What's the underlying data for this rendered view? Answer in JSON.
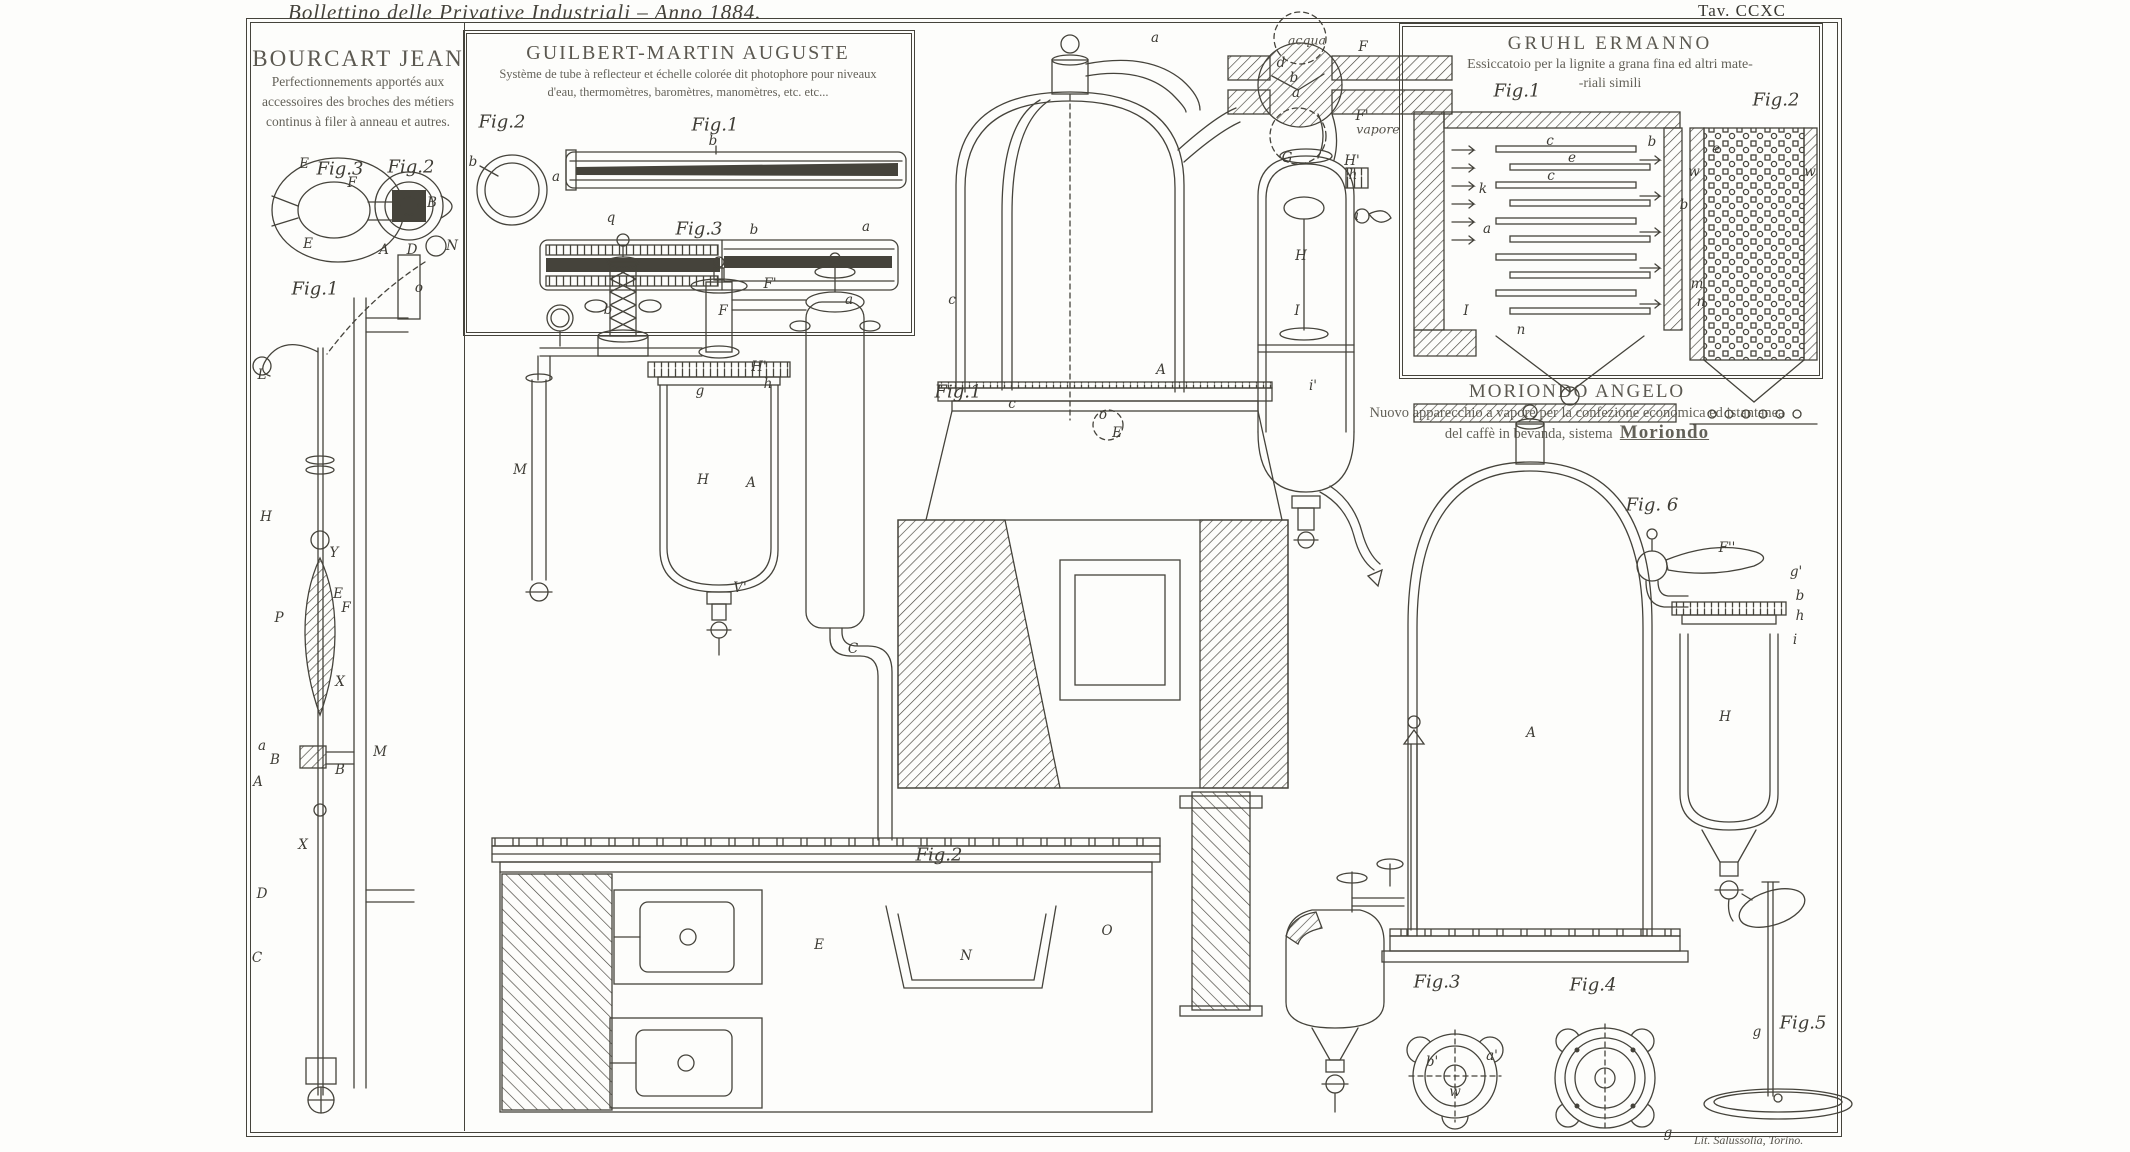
{
  "page": {
    "journal_header": "Bollettino delle Privative Industriali – Anno 1884.",
    "plate_number": "Tav. CCXC",
    "printer_credit": "Lit. Salussolia, Torino.",
    "ink_color": "#45433b",
    "paper_color": "#fdfdfb"
  },
  "sections": {
    "bourcart": {
      "title": "BOURCART JEAN",
      "subtitle_lines": [
        "Perfectionnements apportés aux",
        "accessoires des broches des métiers",
        "continus à filer à anneau et autres."
      ]
    },
    "guilbert": {
      "title": "GUILBERT-MARTIN AUGUSTE",
      "subtitle_lines": [
        "Système de tube à reflecteur et échelle colorée dit photophore pour niveaux",
        "d'eau, thermomètres, baromètres, manomètres, etc. etc..."
      ]
    },
    "gruhl": {
      "title": "GRUHL ERMANNO",
      "subtitle_lines": [
        "Essiccatoio per la lignite a grana fina ed altri mate-",
        "-riali simili"
      ]
    },
    "moriondo": {
      "title": "MORIONDO ANGELO",
      "subtitle_line1": "Nuovo apparecchio a vapore per la confezione economica ed istantanea",
      "subtitle_line2_prefix": "del caffè in bevanda, sistema",
      "subtitle_emphasis": "Moriondo"
    }
  },
  "figures": {
    "bourcart_fig1": "Fig.1",
    "bourcart_fig2": "Fig.2",
    "bourcart_fig3": "Fig.3",
    "guilbert_fig1": "Fig.1",
    "guilbert_fig2": "Fig.2",
    "guilbert_fig3": "Fig.3",
    "central_fig1": "Fig.1",
    "central_fig2": "Fig.2",
    "gruhl_fig1": "Fig.1",
    "gruhl_fig2": "Fig.2",
    "moriondo_fig6": "Fig. 6",
    "moriondo_fig3": "Fig.3",
    "moriondo_fig4": "Fig.4",
    "moriondo_fig5": "Fig.5"
  },
  "flow_labels": {
    "water": "acqua",
    "steam": "vapore"
  },
  "letters": {
    "central": [
      "a",
      "d",
      "b",
      "a",
      "F",
      "F'",
      "G",
      "H'",
      "h",
      "i",
      "H",
      "I",
      "i'",
      "A",
      "c",
      "c",
      "o",
      "E",
      "F'",
      "F",
      "H'",
      "h",
      "g",
      "H",
      "A",
      "M",
      "V'",
      "C",
      "E",
      "N",
      "O"
    ],
    "bourcart": [
      "E",
      "F",
      "E",
      "B",
      "A",
      "D",
      "N",
      "o",
      "L",
      "H",
      "Y",
      "E",
      "F",
      "P",
      "X",
      "a",
      "B",
      "B",
      "M",
      "A",
      "X",
      "D",
      "C"
    ],
    "guilbert": [
      "b",
      "a",
      "b",
      "q",
      "a",
      "b",
      "b",
      "a"
    ],
    "gruhl": [
      "k",
      "a",
      "I",
      "n",
      "c",
      "e",
      "c",
      "b",
      "e",
      "w",
      "w",
      "b",
      "m",
      "n"
    ],
    "moriondo": [
      "A",
      "F''",
      "g'",
      "b",
      "h",
      "i",
      "H",
      "g",
      "b'",
      "a'",
      "w",
      "g"
    ]
  }
}
